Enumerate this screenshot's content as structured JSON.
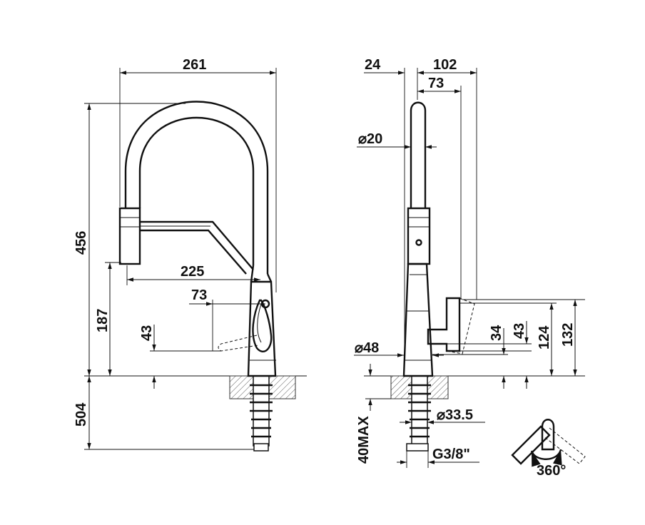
{
  "drawing": {
    "front_view": {
      "dim_width_total": "261",
      "dim_height_total": "456",
      "dim_spout_height": "187",
      "dim_spout_reach": "225",
      "dim_handle_reach": "73",
      "dim_handle_height": "43",
      "dim_below_deck": "504"
    },
    "side_view": {
      "dim_offset_back": "24",
      "dim_depth": "102",
      "dim_handle_depth": "73",
      "dim_spout_diameter": "⌀20",
      "dim_base_diameter": "⌀48",
      "dim_hole_diameter": "⌀33.5",
      "dim_connector": "G3/8\"",
      "dim_max_deck_thickness": "40MAX",
      "dim_lever_34": "34",
      "dim_lever_43": "43",
      "dim_lever_124": "124",
      "dim_lever_132": "132"
    },
    "rotation": {
      "label": "360°"
    }
  }
}
